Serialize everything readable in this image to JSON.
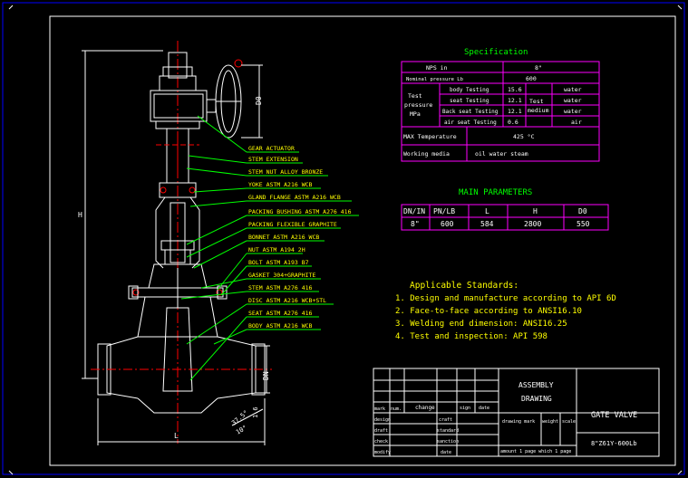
{
  "colors": {
    "background": "#000000",
    "outer_border": "#0000ff",
    "frame": "#ffffff",
    "leader": "#00ff00",
    "callout_text": "#ffff00",
    "table_border": "#ff00ff",
    "centerline": "#ff0000"
  },
  "callouts": [
    "GEAR ACTUATOR",
    "STEM EXTENSION",
    "STEM NUT ALLOY BRONZE",
    "YOKE ASTM A216 WCB",
    "GLAND FLANGE ASTM A216 WCB",
    "PACKING BUSHING ASTM A276 416",
    "PACKING FLEXIBLE GRAPHITE",
    "BONNET ASTM A216 WCB",
    "NUT ASTM A194 2H",
    "BOLT ASTM A193 B7",
    "GASKET 304+GRAPHITE",
    "STEM ASTM A276 416",
    "DISC ASTM A216 WCB+STL",
    "SEAT ASTM A276 416",
    "BODY ASTM A216 WCB"
  ],
  "dimensions": {
    "height": "H",
    "handwheel": "D0",
    "length": "L",
    "bore": "DN",
    "weld_angle": "37.5°",
    "weld_land": "1.6",
    "weld_angle2": "10°"
  },
  "spec": {
    "title": "Specification",
    "rows": {
      "nps_label": "NPS in",
      "nps_value": "8\"",
      "pressure_label": "Nominal pressure Lb",
      "pressure_value": "600",
      "test_label": "Test pressure MPa",
      "body_testing": "body Testing",
      "body_value": "15.6",
      "seat_testing": "seat Testing",
      "seat_value": "12.1",
      "back_seat_testing": "Back seat Testing",
      "back_seat_value": "12.1",
      "air_seat_testing": "air seat Testing",
      "air_seat_value": "0.6",
      "medium_label": "Test medium",
      "medium_water1": "water",
      "medium_water2": "water",
      "medium_water3": "water",
      "medium_air": "air",
      "max_temp_label": "MAX Temperature",
      "max_temp_value": "425 °C",
      "media_label": "Working media",
      "media_value": "oil   water   steam"
    }
  },
  "main_params": {
    "title": "MAIN PARAMETERS",
    "headers": [
      "DN/IN",
      "PN/LB",
      "L",
      "H",
      "D0"
    ],
    "values": [
      "8\"",
      "600",
      "584",
      "2800",
      "550"
    ]
  },
  "standards": {
    "title": "Applicable Standards:",
    "items": [
      "1. Design and manufacture according to API 6D",
      "2. Face-to-face according to ANSI16.10",
      "3. Welding end dimension: ANSI16.25",
      "4. Test and inspection: API 598"
    ]
  },
  "title_block": {
    "drawing_type_line1": "ASSEMBLY",
    "drawing_type_line2": "DRAWING",
    "product_name": "GATE VALVE",
    "model": "8\"Z61Y-600Lb",
    "mark": "mark",
    "num": "num.",
    "change": "change",
    "sign": "sign",
    "date": "date",
    "design": "design",
    "draft": "draft",
    "check": "check",
    "modify": "modify",
    "craft": "craft",
    "standard": "standard",
    "sanction": "sanction",
    "date2": "date",
    "drawing_mark": "drawing mark",
    "weight": "weight",
    "scale": "scale",
    "amount": "amount 1 page which 1 page"
  }
}
